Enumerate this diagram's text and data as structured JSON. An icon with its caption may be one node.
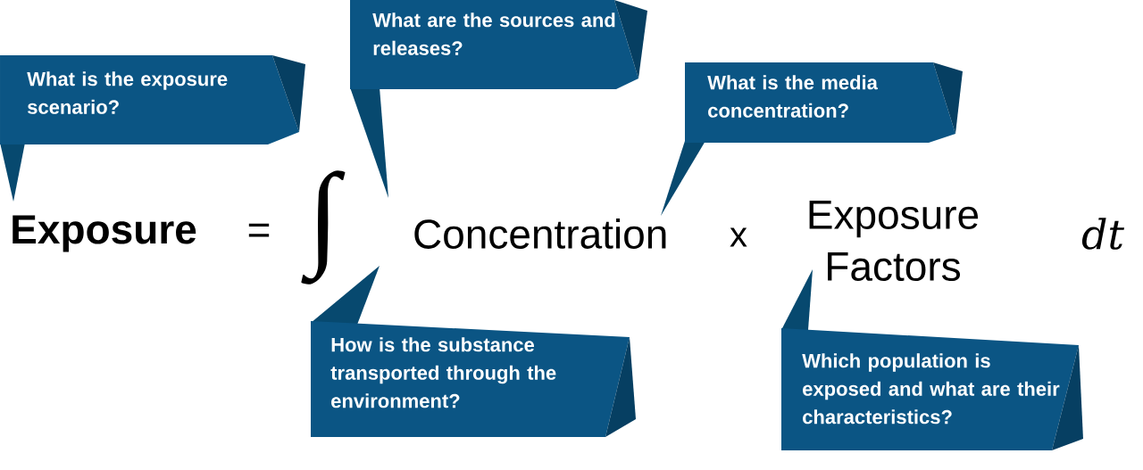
{
  "diagram": {
    "nodes": [
      {
        "text": [
          "What is the exposure scenario?"
        ]
      },
      {
        "text": [
          "What are the sources and releases?"
        ]
      },
      {
        "text": [
          "What is the media concentration?"
        ]
      },
      {
        "text": [
          "How is the substance transported through the environment?"
        ]
      },
      {
        "text": [
          "Which population is exposed and what are their characteristics?"
        ]
      }
    ],
    "labels": [
      "Exposure",
      "=",
      "∫",
      "Concentration",
      "x",
      "Exposure Factors",
      "dt"
    ]
  }
}
